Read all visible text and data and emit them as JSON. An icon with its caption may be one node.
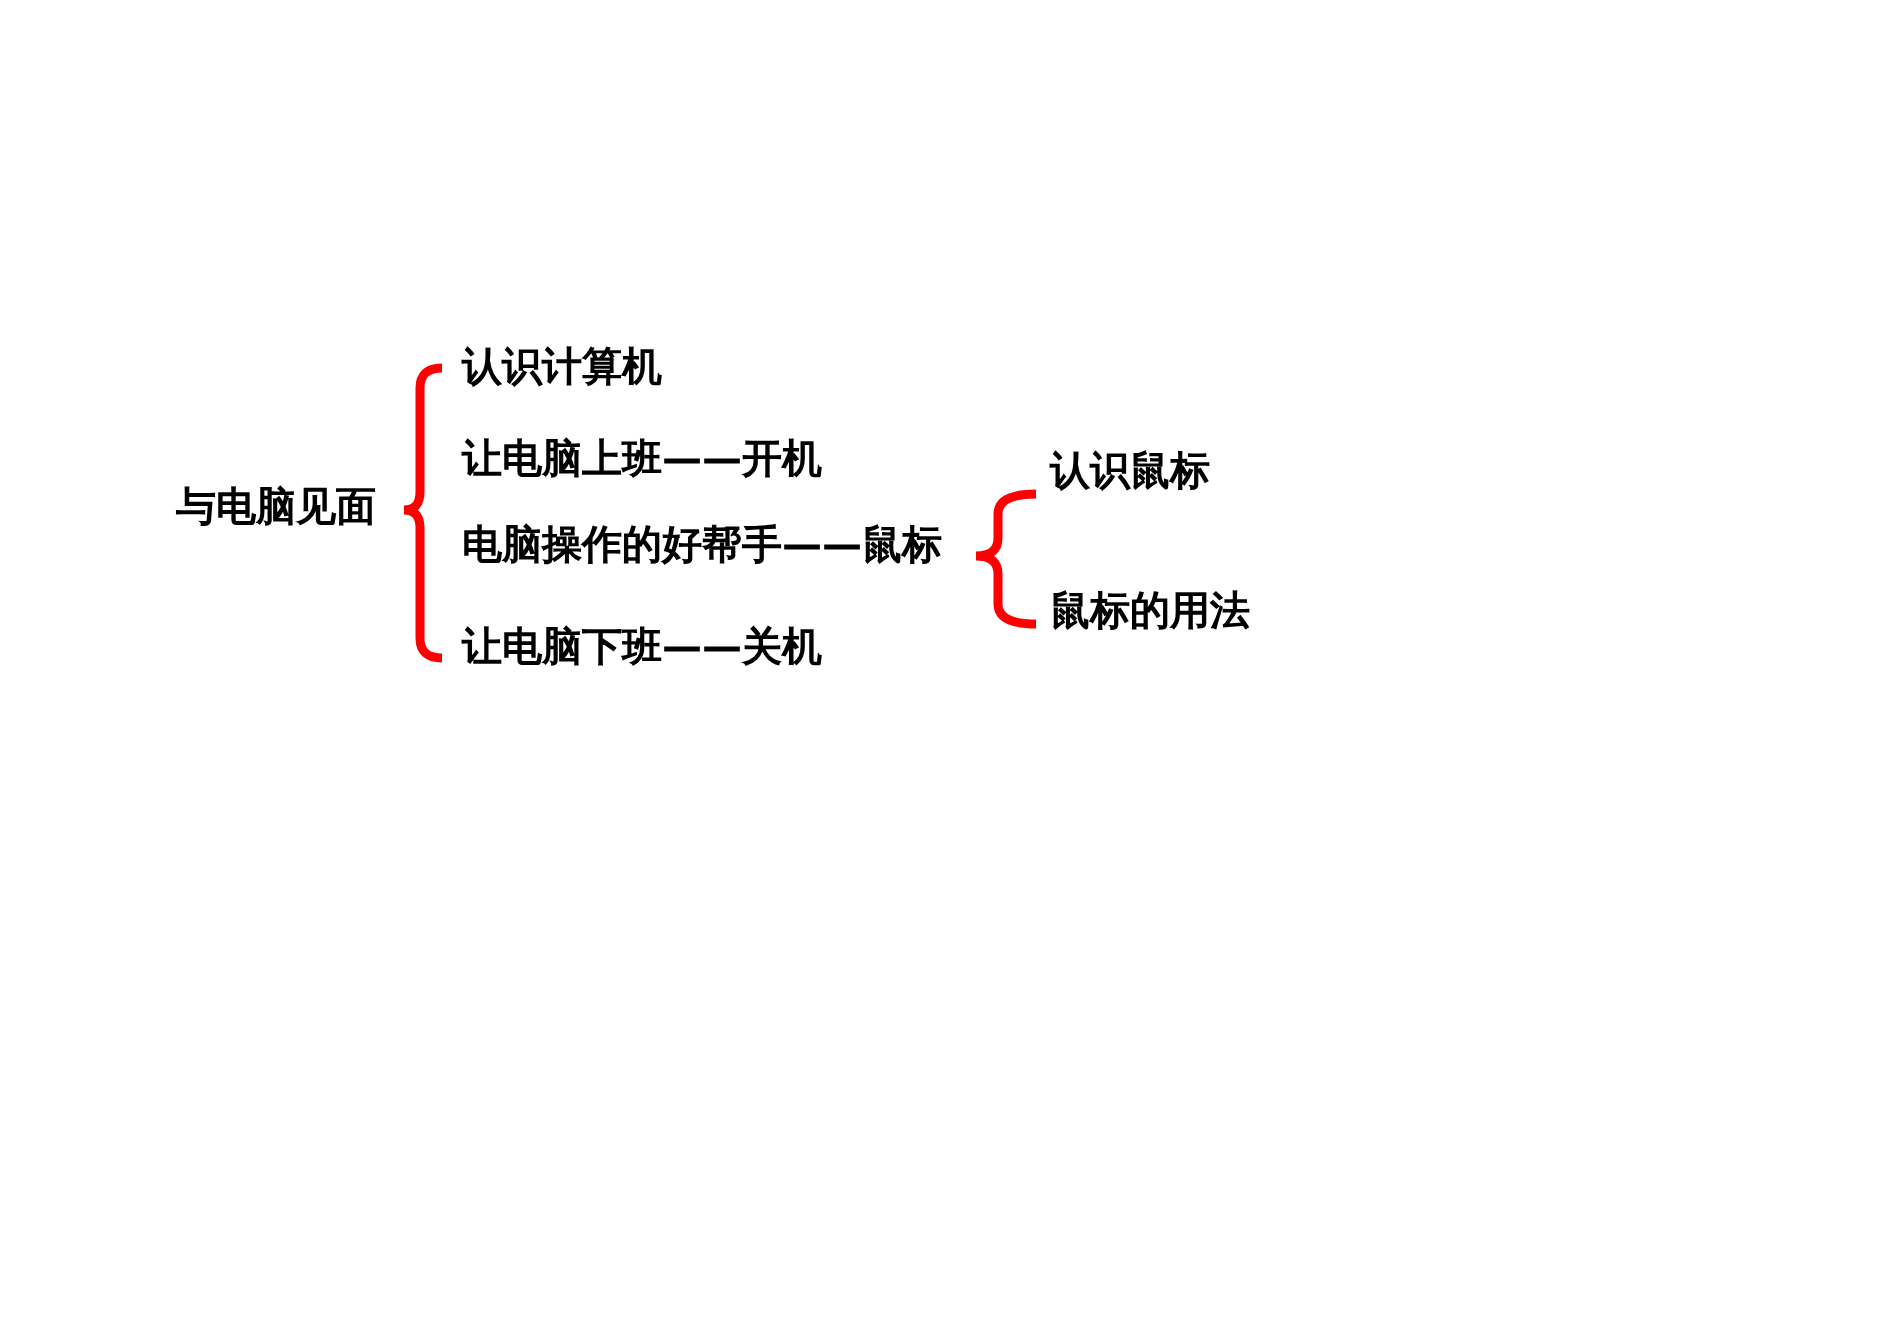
{
  "diagram": {
    "nodes": [
      {
        "text": [
          "与电脑见面"
        ]
      },
      {
        "text": [
          "认识计算机"
        ]
      },
      {
        "text": [
          "让电脑上班——开机"
        ]
      },
      {
        "text": [
          "电脑操作的好帮手——鼠标"
        ]
      },
      {
        "text": [
          "让电脑下班——关机"
        ]
      },
      {
        "text": [
          "认识鼠标"
        ]
      },
      {
        "text": [
          "鼠标的用法"
        ]
      }
    ]
  }
}
